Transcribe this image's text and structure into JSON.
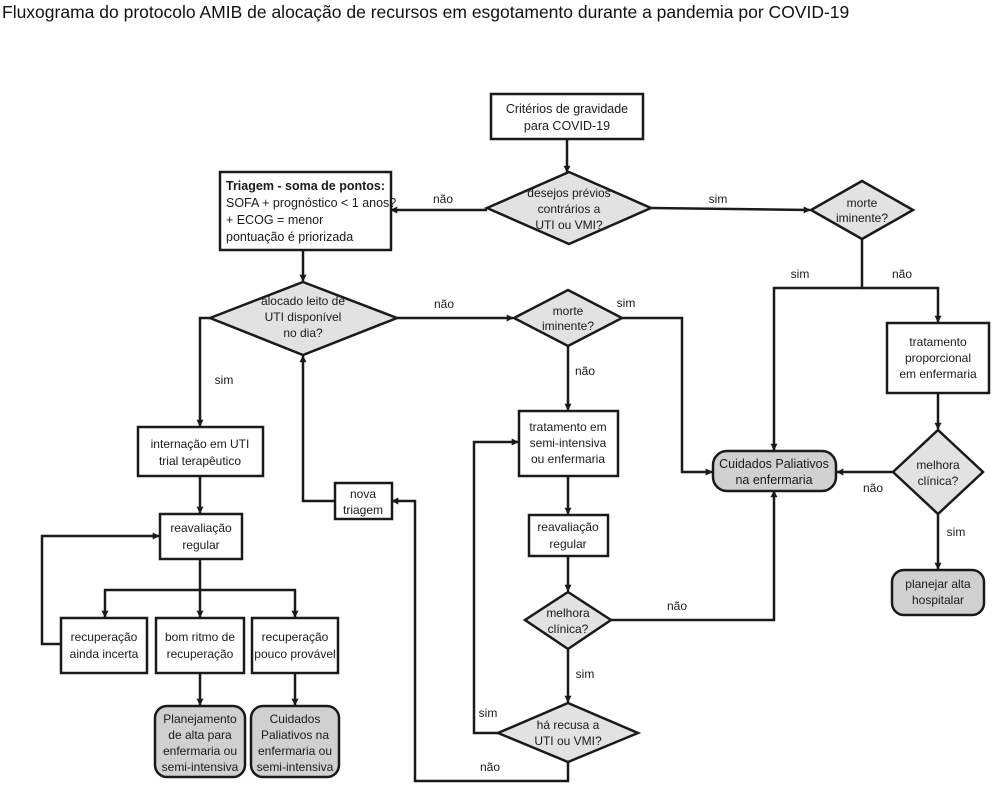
{
  "title": "Fluxograma do protocolo AMIB de alocação de recursos em esgotamento durante a pandemia por COVID-19",
  "colors": {
    "line": "#1a1a1a",
    "decision_fill": "#e2e2e2",
    "terminal_fill": "#d0d0d0",
    "box_fill": "#ffffff"
  },
  "nodes": {
    "criterios": [
      "Critérios de gravidade",
      "para COVID-19"
    ],
    "triagem_bold": "Triagem - soma de pontos:",
    "triagem": [
      "SOFA + prognóstico < 1 anos?",
      "+ ECOG = menor",
      "pontuação é priorizada"
    ],
    "desejos": [
      "desejos prévios",
      "contrários a",
      "UTI ou  VMI?"
    ],
    "morte1": [
      "morte",
      "iminente?"
    ],
    "alocado": [
      "alocado leito de",
      "UTI disponível",
      "no dia?"
    ],
    "morte2": [
      "morte",
      "iminente?"
    ],
    "tratamento_prop": [
      "tratamento",
      "proporcional",
      "em enfermaria"
    ],
    "internacao": [
      "internação em UTI",
      "trial terapêutico"
    ],
    "tratamento_semi": [
      "tratamento em",
      "semi-intensiva",
      "ou enfermaria"
    ],
    "cuidados": [
      "Cuidados Paliativos",
      "na enfermaria"
    ],
    "melhora1": [
      "melhora",
      "clínica?"
    ],
    "nova": [
      "nova",
      "triagem"
    ],
    "reav1": [
      "reavaliação",
      "regular"
    ],
    "reav2": [
      "reavaliação",
      "regular"
    ],
    "planejar": [
      "planejar alta",
      "hospitalar"
    ],
    "melhora2": [
      "melhora",
      "clínica?"
    ],
    "rec_incerta": [
      "recuperação",
      "ainda incerta"
    ],
    "bom_ritmo": [
      "bom ritmo de",
      "recuperação"
    ],
    "rec_pouco": [
      "recuperação",
      "pouco provável"
    ],
    "recusa": [
      "há recusa a",
      "UTI ou  VMI?"
    ],
    "plan_alta": [
      "Planejamento",
      "de alta para",
      "enfermaria ou",
      "semi-intensiva"
    ],
    "cuid_pal": [
      "Cuidados",
      "Paliativos na",
      "enfermaria ou",
      "semi-intensiva"
    ]
  },
  "edge_labels": {
    "desejos_nao": "não",
    "desejos_sim": "sim",
    "morte1_sim": "sim",
    "morte1_nao": "não",
    "alocado_nao": "não",
    "morte2_sim": "sim",
    "alocado_sim": "sim",
    "morte2_nao": "não",
    "melhora1_nao": "não",
    "melhora1_sim": "sim",
    "melhora2_nao": "não",
    "melhora2_sim": "sim",
    "recusa_sim": "sim",
    "recusa_nao": "não"
  }
}
